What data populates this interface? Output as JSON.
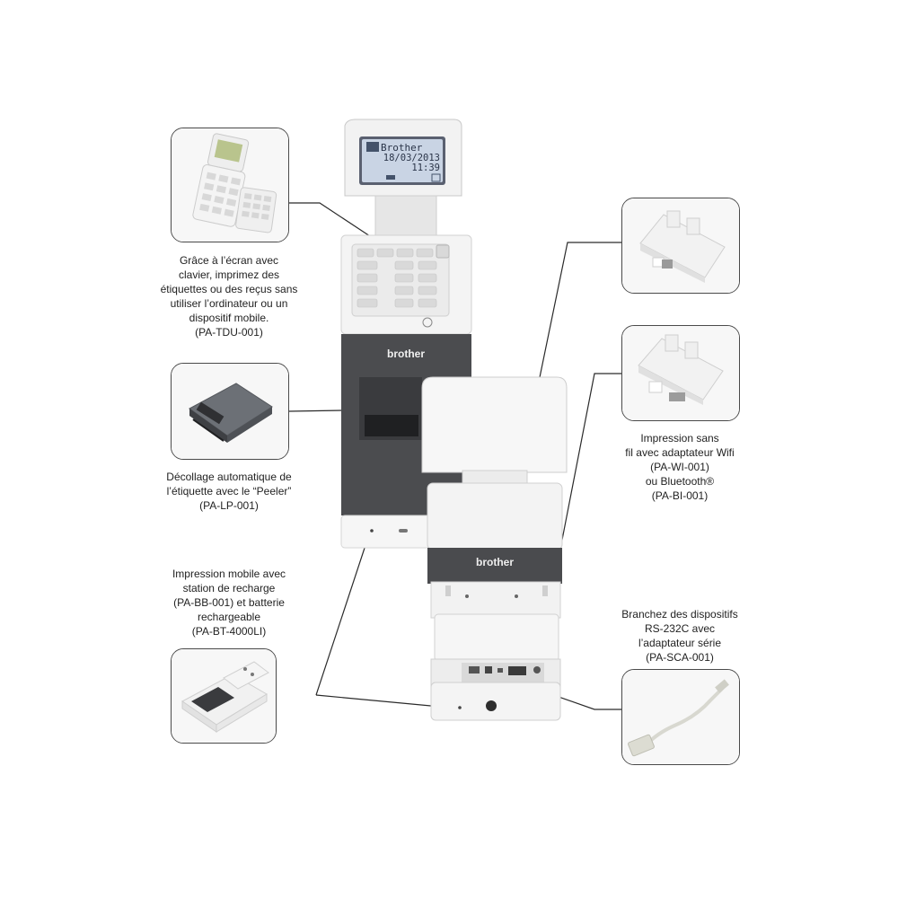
{
  "printer": {
    "brand": "brother",
    "lcd": {
      "line1": "Brother",
      "date": "18/03/2013",
      "time": "11:39"
    }
  },
  "accessories": [
    {
      "id": "touchpanel",
      "lines": [
        "Grâce à l’écran avec",
        "clavier, imprimez des",
        "étiquettes ou des reçus sans",
        "utiliser l’ordinateur ou un",
        "dispositif mobile.",
        "(PA-TDU-001)"
      ]
    },
    {
      "id": "peeler",
      "lines": [
        "Décollage automatique de",
        "l’étiquette avec le “Peeler”",
        "(PA-LP-001)"
      ]
    },
    {
      "id": "battery",
      "lines": [
        "Impression mobile avec",
        "station de recharge",
        "(PA-BB-001) et batterie",
        "rechargeable",
        "(PA-BT-4000LI)"
      ]
    },
    {
      "id": "wireless",
      "lines": [
        "Impression sans",
        "fil avec adaptateur Wifi",
        "(PA-WI-001)",
        "ou Bluetooth®",
        "(PA-BI-001)"
      ]
    },
    {
      "id": "serial",
      "lines": [
        "Branchez des dispositifs",
        "RS-232C avec",
        "l’adaptateur série",
        "(PA-SCA-001)"
      ]
    }
  ]
}
